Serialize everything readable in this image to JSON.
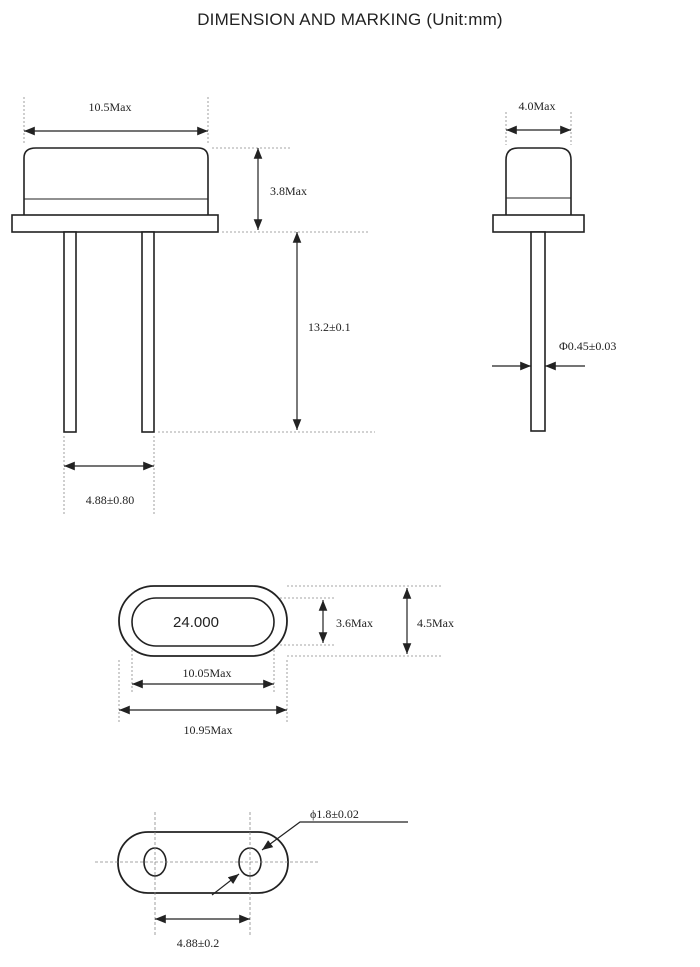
{
  "title": "DIMENSION AND MARKING (Unit:mm)",
  "side_view": {
    "width_label": "10.5Max",
    "height_label": "3.8Max",
    "lead_length_label": "13.2±0.1",
    "lead_pitch_label": "4.88±0.80"
  },
  "end_view": {
    "width_label": "4.0Max",
    "lead_diameter_label": "Φ0.45±0.03"
  },
  "top_view": {
    "marking": "24.000",
    "inner_height_label": "3.6Max",
    "outer_height_label": "4.5Max",
    "inner_width_label": "10.05Max",
    "outer_width_label": "10.95Max"
  },
  "bottom_view": {
    "hole_diameter_label": "ϕ1.8±0.02",
    "hole_pitch_label": "4.88±0.2"
  },
  "colors": {
    "outline": "#222222",
    "fill": "#ffffff",
    "extension_line": "#888888"
  }
}
